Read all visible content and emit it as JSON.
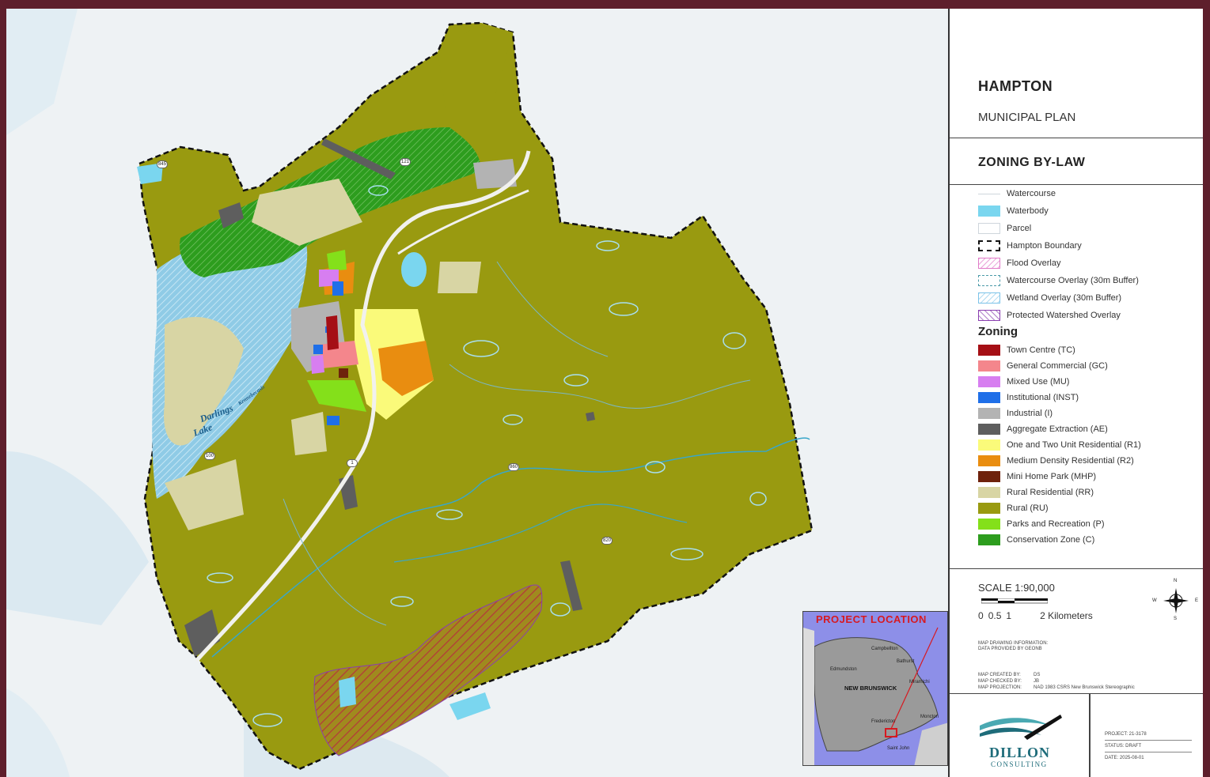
{
  "title": "HAMPTON",
  "subtitle": "MUNICIPAL PLAN",
  "zoning_title": "ZONING BY-LAW",
  "legend": {
    "overlays": [
      {
        "label": "Watercourse",
        "icon": "watercourse-line"
      },
      {
        "label": "Waterbody",
        "color": "#7ad6ef"
      },
      {
        "label": "Parcel",
        "icon": "parcel-outline"
      },
      {
        "label": "Hampton Boundary",
        "icon": "dashed-boundary"
      },
      {
        "label": "Flood Overlay",
        "icon": "pink-hatch"
      },
      {
        "label": "Watercourse Overlay (30m Buffer)",
        "icon": "dashed-teal-outline"
      },
      {
        "label": "Wetland Overlay (30m Buffer)",
        "icon": "blue-hatch"
      },
      {
        "label": "Protected Watershed Overlay",
        "icon": "purple-hatch"
      }
    ],
    "zoning_heading": "Zoning",
    "zones": [
      {
        "label": "Town Centre (TC)",
        "color": "#a50f15"
      },
      {
        "label": "General Commercial (GC)",
        "color": "#f4868c"
      },
      {
        "label": "Mixed Use (MU)",
        "color": "#d77ef0"
      },
      {
        "label": "Institutional (INST)",
        "color": "#1f6fe8"
      },
      {
        "label": "Industrial (I)",
        "color": "#b3b3b3"
      },
      {
        "label": "Aggregate Extraction (AE)",
        "color": "#5e5e5e"
      },
      {
        "label": "One and Two Unit Residential (R1)",
        "color": "#fafa7a"
      },
      {
        "label": "Medium Density Residential (R2)",
        "color": "#e98d10"
      },
      {
        "label": "Mini Home Park (MHP)",
        "color": "#6e220c"
      },
      {
        "label": "Rural Residential (RR)",
        "color": "#d8d5a4"
      },
      {
        "label": "Rural (RU)",
        "color": "#999a10"
      },
      {
        "label": "Parks and Recreation (P)",
        "color": "#84e01a"
      },
      {
        "label": "Conservation Zone (C)",
        "color": "#2d9d1e"
      }
    ]
  },
  "scale": {
    "label": "SCALE 1:90,000",
    "ticks": [
      "0",
      "0.5",
      "1"
    ],
    "km_label": "2 Kilometers"
  },
  "map_info": {
    "drawing_info": "MAP DRAWING INFORMATION:",
    "data_provided": "DATA PROVIDED BY GEONB",
    "created_by_label": "MAP CREATED BY:",
    "created_by": "DS",
    "checked_by_label": "MAP CHECKED BY:",
    "checked_by": "JB",
    "projection_label": "MAP PROJECTION:",
    "projection": "NAD 1983 CSRS New Brunswick Stereographic"
  },
  "compass": {
    "n": "N",
    "s": "S",
    "e": "E",
    "w": "W"
  },
  "logo": {
    "name": "DILLON",
    "sub": "CONSULTING"
  },
  "project": {
    "project_line": "PROJECT:   21-3178",
    "status_line": "STATUS:  DRAFT",
    "date_line": "DATE:  2025-08-01"
  },
  "inset": {
    "title": "PROJECT LOCATION",
    "province": "NEW BRUNSWICK",
    "places": [
      "Campbellton",
      "Bathurst",
      "Edmundston",
      "Miramichi",
      "Moncton",
      "Fredericton",
      "Saint John"
    ]
  },
  "map_labels": {
    "lake_1": "Darlings",
    "lake_2": "Lake",
    "river": "Kennebecasis",
    "routes": [
      "845",
      "121",
      "100",
      "1",
      "860",
      "820"
    ]
  }
}
